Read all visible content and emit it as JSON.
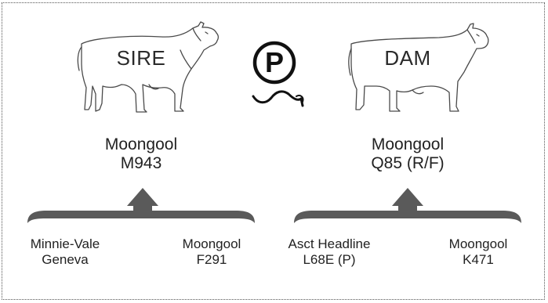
{
  "sire": {
    "label": "SIRE",
    "name_line1": "Moongool",
    "name_line2": "M943",
    "sire": {
      "line1": "Minnie-Vale",
      "line2": "Geneva"
    },
    "dam": {
      "line1": "Moongool",
      "line2": "F291"
    }
  },
  "polled_mark": {
    "letter": "P",
    "icon": "polled-symbol-icon"
  },
  "dam": {
    "label": "DAM",
    "name_line1": "Moongool",
    "name_line2": "Q85 (R/F)",
    "sire": {
      "line1": "Asct Headline",
      "line2": "L68E (P)"
    },
    "dam": {
      "line1": "Moongool",
      "line2": "K471"
    }
  },
  "colors": {
    "line": "#444444",
    "brace": "#5a5a5a",
    "frame": "#555555"
  }
}
